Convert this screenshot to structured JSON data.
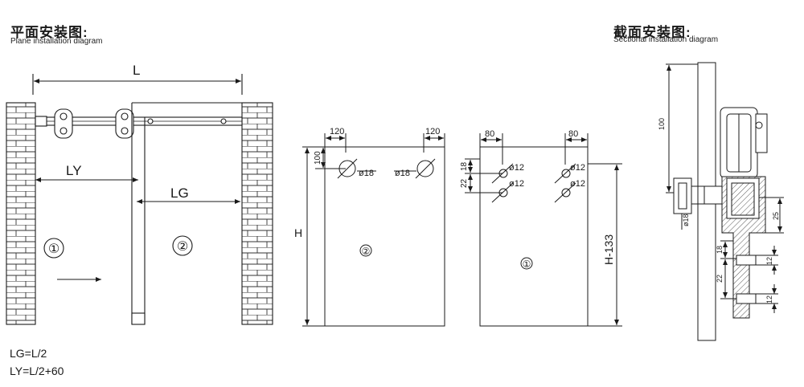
{
  "plane": {
    "title": "平面安装图:",
    "subtitle": "Plane installation diagram",
    "dim_L": "L",
    "dim_LY": "LY",
    "dim_LG": "LG",
    "door1": "①",
    "door2": "②"
  },
  "section": {
    "title": "截面安装图:",
    "subtitle": "Sectional installation diagram",
    "dim_100": "100",
    "dim_25": "25",
    "dim_18": "18",
    "dim_22": "22",
    "dim_12a": "12",
    "dim_12b": "12",
    "dim_d18": "ø18"
  },
  "panel2": {
    "dim_120_left": "120",
    "dim_120_right": "120",
    "dim_100": "100",
    "hole_left": "ø18",
    "hole_right": "ø18",
    "dim_H": "H",
    "label": "②"
  },
  "panel1": {
    "dim_80_left": "80",
    "dim_80_right": "80",
    "dim_18": "18",
    "dim_22": "22",
    "hole_tl": "ø12",
    "hole_bl": "ø12",
    "hole_tr": "ø12",
    "hole_br": "ø12",
    "dim_H133": "H-133",
    "label": "①"
  },
  "formulas": {
    "lg": "LG=L/2",
    "ly": "LY=L/2+60"
  }
}
